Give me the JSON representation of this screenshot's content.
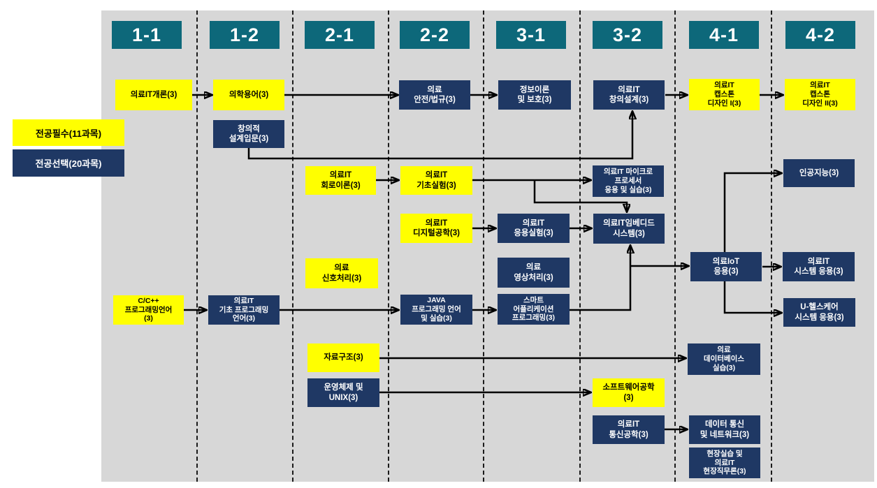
{
  "legend": {
    "required_label": "전공필수(11과목)",
    "elective_label": "전공선택(20과목)"
  },
  "semesters": [
    "1-1",
    "1-2",
    "2-1",
    "2-2",
    "3-1",
    "3-2",
    "4-1",
    "4-2"
  ],
  "colors": {
    "required_fill": "#ffff00",
    "elective_fill": "#1f3864",
    "semester_header_fill": "#0d687a",
    "panel_background": "#d7d7d7",
    "line": "#000000"
  },
  "courses": {
    "intro": {
      "label": "의료IT개론(3)",
      "type": "required",
      "semester": "1-1"
    },
    "cpp": {
      "label": "C/C++\n프로그래밍언어\n(3)",
      "type": "required",
      "semester": "1-1"
    },
    "med_terms": {
      "label": "의학용어(3)",
      "type": "required",
      "semester": "1-2"
    },
    "creative_intro": {
      "label": "창의적\n설계입문(3)",
      "type": "elective",
      "semester": "1-2"
    },
    "basic_prog": {
      "label": "의료IT\n기초 프로그래밍\n언어(3)",
      "type": "elective",
      "semester": "1-2"
    },
    "circuit": {
      "label": "의료IT\n회로이론(3)",
      "type": "required",
      "semester": "2-1"
    },
    "signal": {
      "label": "의료\n신호처리(3)",
      "type": "required",
      "semester": "2-1"
    },
    "data_struct": {
      "label": "자료구조(3)",
      "type": "required",
      "semester": "2-1"
    },
    "os_unix": {
      "label": "운영체제 및\nUNIX(3)",
      "type": "elective",
      "semester": "2-1"
    },
    "safety": {
      "label": "의료\n안전/법규(3)",
      "type": "elective",
      "semester": "2-2"
    },
    "basic_exp": {
      "label": "의료IT\n기초실험(3)",
      "type": "required",
      "semester": "2-2"
    },
    "digital": {
      "label": "의료IT\n디지털공학(3)",
      "type": "required",
      "semester": "2-2"
    },
    "java": {
      "label": "JAVA\n프로그래밍 언어\n및 실습(3)",
      "type": "elective",
      "semester": "2-2"
    },
    "info_theory": {
      "label": "정보이론\n및 보호(3)",
      "type": "elective",
      "semester": "3-1"
    },
    "applied_exp": {
      "label": "의료IT\n응용실험(3)",
      "type": "elective",
      "semester": "3-1"
    },
    "image_proc": {
      "label": "의료\n영상처리(3)",
      "type": "elective",
      "semester": "3-1"
    },
    "smart_app": {
      "label": "스마트\n어플리케이션\n프로그래밍(3)",
      "type": "elective",
      "semester": "3-1"
    },
    "creative_design": {
      "label": "의료IT\n창의설계(3)",
      "type": "elective",
      "semester": "3-2"
    },
    "micro": {
      "label": "의료IT 마이크로\n프로세서\n응용 및 실습(3)",
      "type": "elective",
      "semester": "3-2"
    },
    "embedded": {
      "label": "의료IT임베디드\n시스템(3)",
      "type": "elective",
      "semester": "3-2"
    },
    "sw_eng": {
      "label": "소프트웨어공학\n(3)",
      "type": "required",
      "semester": "3-2"
    },
    "comm_eng": {
      "label": "의료IT\n통신공학(3)",
      "type": "elective",
      "semester": "3-2"
    },
    "capstone1": {
      "label": "의료IT\n캡스톤\n디자인 I(3)",
      "type": "required",
      "semester": "4-1"
    },
    "iot": {
      "label": "의료IoT\n응용(3)",
      "type": "elective",
      "semester": "4-1"
    },
    "db_practice": {
      "label": "의료\n데이터베이스\n실습(3)",
      "type": "elective",
      "semester": "4-1"
    },
    "data_comm": {
      "label": "데이터 통신\n및 네트워크(3)",
      "type": "elective",
      "semester": "4-1"
    },
    "field": {
      "label": "현장실습 및\n의료IT\n현장직무론(3)",
      "type": "elective",
      "semester": "4-1"
    },
    "capstone2": {
      "label": "의료IT\n캡스톤\n디자인 II(3)",
      "type": "required",
      "semester": "4-2"
    },
    "ai": {
      "label": "인공지능(3)",
      "type": "elective",
      "semester": "4-2"
    },
    "system_app": {
      "label": "의료IT\n시스템 응용(3)",
      "type": "elective",
      "semester": "4-2"
    },
    "uhealth": {
      "label": "U-헬스케어\n시스템 응용(3)",
      "type": "elective",
      "semester": "4-2"
    }
  },
  "edges": [
    {
      "from": "intro",
      "to": "med_terms"
    },
    {
      "from": "med_terms",
      "to": "safety"
    },
    {
      "from": "safety",
      "to": "info_theory"
    },
    {
      "from": "creative_intro",
      "to": "creative_design"
    },
    {
      "from": "creative_design",
      "to": "capstone1"
    },
    {
      "from": "capstone1",
      "to": "capstone2"
    },
    {
      "from": "circuit",
      "to": "basic_exp"
    },
    {
      "from": "basic_exp",
      "to": "micro"
    },
    {
      "from": "basic_exp",
      "to": "embedded"
    },
    {
      "from": "digital",
      "to": "applied_exp"
    },
    {
      "from": "applied_exp",
      "to": "embedded"
    },
    {
      "from": "smart_app",
      "to": "embedded"
    },
    {
      "from": "smart_app",
      "to": "iot"
    },
    {
      "from": "iot",
      "to": "ai"
    },
    {
      "from": "iot",
      "to": "system_app"
    },
    {
      "from": "iot",
      "to": "uhealth"
    },
    {
      "from": "cpp",
      "to": "basic_prog"
    },
    {
      "from": "basic_prog",
      "to": "java"
    },
    {
      "from": "java",
      "to": "smart_app"
    },
    {
      "from": "data_struct",
      "to": "db_practice"
    },
    {
      "from": "os_unix",
      "to": "sw_eng"
    },
    {
      "from": "comm_eng",
      "to": "data_comm"
    }
  ]
}
